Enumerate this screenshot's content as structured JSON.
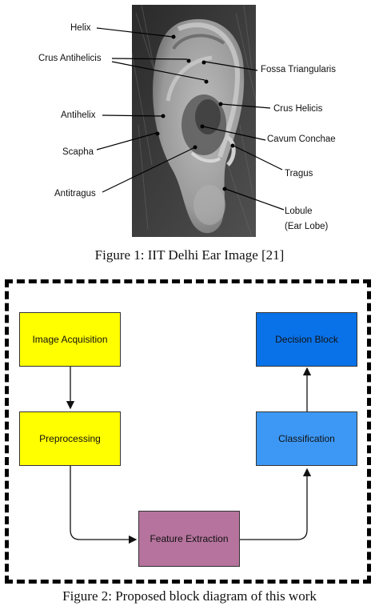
{
  "figure1": {
    "caption": "Figure 1: IIT Delhi Ear Image [21]",
    "labels": {
      "helix": "Helix",
      "crus_antihelicis": "Crus Antihelicis",
      "fossa_triangularis": "Fossa Triangularis",
      "crus_helicis": "Crus Helicis",
      "antihelix": "Antihelix",
      "cavum_conchae": "Cavum Conchae",
      "scapha": "Scapha",
      "tragus": "Tragus",
      "antitragus": "Antitragus",
      "lobule_line1": "Lobule",
      "lobule_line2": "(Ear Lobe)"
    }
  },
  "figure2": {
    "caption": "Figure 2: Proposed block diagram of this work",
    "blocks": {
      "image_acquisition": "Image Acquisition",
      "preprocessing": "Preprocessing",
      "feature_extraction": "Feature Extraction",
      "classification": "Classification",
      "decision_block": "Decision Block"
    },
    "colors": {
      "yellow": "#ffff00",
      "purple": "#b5739d",
      "blue_dark": "#0a72e8",
      "blue_light": "#3d98f5"
    }
  }
}
